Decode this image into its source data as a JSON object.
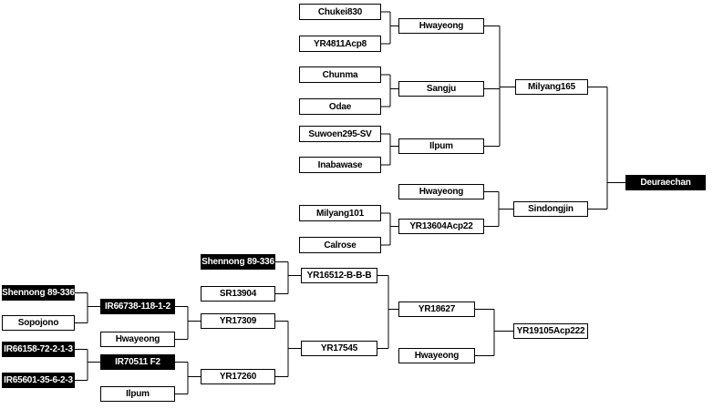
{
  "pedigree": {
    "nodes": [
      {
        "id": "chukei830",
        "label": "Chukei830",
        "style": "white"
      },
      {
        "id": "yr4811acp8",
        "label": "YR4811Acp8",
        "style": "white"
      },
      {
        "id": "hwayeong_1",
        "label": "Hwayeong",
        "style": "white"
      },
      {
        "id": "chunma",
        "label": "Chunma",
        "style": "white"
      },
      {
        "id": "odae",
        "label": "Odae",
        "style": "white"
      },
      {
        "id": "sangju",
        "label": "Sangju",
        "style": "white"
      },
      {
        "id": "suwon295sv",
        "label": "Suwoen295-SV",
        "style": "white"
      },
      {
        "id": "inabawase",
        "label": "Inabawase",
        "style": "white"
      },
      {
        "id": "ilpum_1",
        "label": "Ilpum",
        "style": "white"
      },
      {
        "id": "milyang165",
        "label": "Milyang165",
        "style": "white"
      },
      {
        "id": "deuraechan",
        "label": "Deuraechan",
        "style": "dark"
      },
      {
        "id": "hwayeong_2",
        "label": "Hwayeong",
        "style": "white"
      },
      {
        "id": "milyang101",
        "label": "Milyang101",
        "style": "white"
      },
      {
        "id": "calrose",
        "label": "Calrose",
        "style": "white"
      },
      {
        "id": "yr13604",
        "label": "YR13604Acp22",
        "style": "white"
      },
      {
        "id": "sindongjin",
        "label": "Sindongjin",
        "style": "white"
      },
      {
        "id": "shennong_1",
        "label": "Shennong 89-336",
        "style": "dark"
      },
      {
        "id": "sr13904",
        "label": "SR13904",
        "style": "white"
      },
      {
        "id": "yr16512",
        "label": "YR16512-B-B-B",
        "style": "white"
      },
      {
        "id": "yr18627",
        "label": "YR18627",
        "style": "white"
      },
      {
        "id": "yr19105",
        "label": "YR19105Acp222",
        "style": "white"
      },
      {
        "id": "hwayeong_3",
        "label": "Hwayeong",
        "style": "white"
      },
      {
        "id": "yr17545",
        "label": "YR17545",
        "style": "white"
      },
      {
        "id": "shennong_2",
        "label": "Shennong 89-336",
        "style": "dark"
      },
      {
        "id": "sopojono",
        "label": "Sopojono",
        "style": "white"
      },
      {
        "id": "ir66738",
        "label": "IR66738-118-1-2",
        "style": "dark"
      },
      {
        "id": "hwayeong_4",
        "label": "Hwayeong",
        "style": "white"
      },
      {
        "id": "yr17309",
        "label": "YR17309",
        "style": "white"
      },
      {
        "id": "ir66158",
        "label": "IR66158-72-2-1-3",
        "style": "dark"
      },
      {
        "id": "ir65601",
        "label": "IR65601-35-6-2-3",
        "style": "dark"
      },
      {
        "id": "ir70511",
        "label": "IR70511 F2",
        "style": "dark"
      },
      {
        "id": "ilpum_2",
        "label": "Ilpum",
        "style": "white"
      },
      {
        "id": "yr17260",
        "label": "YR17260",
        "style": "white"
      }
    ],
    "crosses": [
      {
        "parents": [
          "chukei830",
          "yr4811acp8"
        ],
        "child": "hwayeong_1"
      },
      {
        "parents": [
          "chunma",
          "odae"
        ],
        "child": "sangju"
      },
      {
        "parents": [
          "suwon295sv",
          "inabawase"
        ],
        "child": "ilpum_1"
      },
      {
        "parents": [
          "hwayeong_1",
          "sangju",
          "ilpum_1"
        ],
        "child": "milyang165"
      },
      {
        "parents": [
          "milyang101",
          "calrose"
        ],
        "child": "yr13604"
      },
      {
        "parents": [
          "hwayeong_2",
          "yr13604"
        ],
        "child": "sindongjin"
      },
      {
        "parents": [
          "shennong_1",
          "sr13904"
        ],
        "child": "yr16512"
      },
      {
        "parents": [
          "shennong_2",
          "sopojono"
        ],
        "child": "ir66738"
      },
      {
        "parents": [
          "ir66738",
          "hwayeong_4"
        ],
        "child": "yr17309"
      },
      {
        "parents": [
          "ir66158",
          "ir65601"
        ],
        "child": "ir70511"
      },
      {
        "parents": [
          "ir70511",
          "ilpum_2"
        ],
        "child": "yr17260"
      },
      {
        "parents": [
          "yr17309",
          "yr17260"
        ],
        "child": "yr17545"
      },
      {
        "parents": [
          "yr16512",
          "yr17545"
        ],
        "child": "yr18627"
      },
      {
        "parents": [
          "yr18627",
          "hwayeong_3"
        ],
        "child": "yr19105"
      },
      {
        "parents": [
          "sindongjin",
          "yr19105"
        ],
        "child": "sindongjin"
      },
      {
        "parents": [
          "milyang165",
          "sindongjin"
        ],
        "child": "deuraechan"
      }
    ]
  }
}
